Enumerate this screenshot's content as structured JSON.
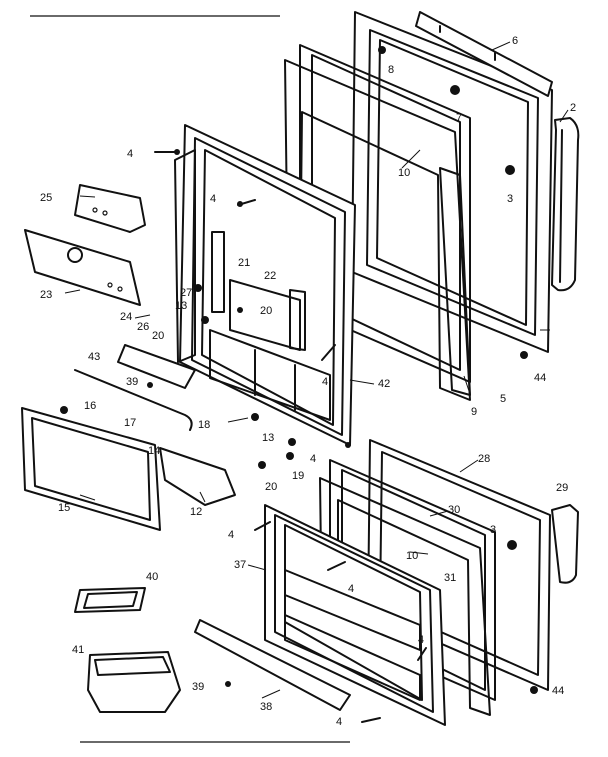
{
  "labels": {
    "p2": "2",
    "p3a": "3",
    "p3b": "3",
    "p4a": "4",
    "p4b": "4",
    "p4c": "4",
    "p4d": "4",
    "p4e": "4",
    "p4f": "4",
    "p4g": "4",
    "p4h": "4",
    "p5": "5",
    "p6": "6",
    "p7": "7",
    "p8": "8",
    "p9": "9",
    "p10a": "10",
    "p10b": "10",
    "p12": "12",
    "p13a": "13",
    "p13b": "13",
    "p14": "14",
    "p15": "15",
    "p16": "16",
    "p17": "17",
    "p18": "18",
    "p19": "19",
    "p20a": "20",
    "p20b": "20",
    "p20c": "20",
    "p21": "21",
    "p22": "22",
    "p23": "23",
    "p24": "24",
    "p25": "25",
    "p26": "26",
    "p27": "27",
    "p28": "28",
    "p29": "29",
    "p30": "30",
    "p31": "31",
    "p37": "37",
    "p38": "38",
    "p39a": "39",
    "p39b": "39",
    "p40": "40",
    "p41": "41",
    "p42": "42",
    "p43": "43",
    "p44a": "44",
    "p44b": "44"
  }
}
